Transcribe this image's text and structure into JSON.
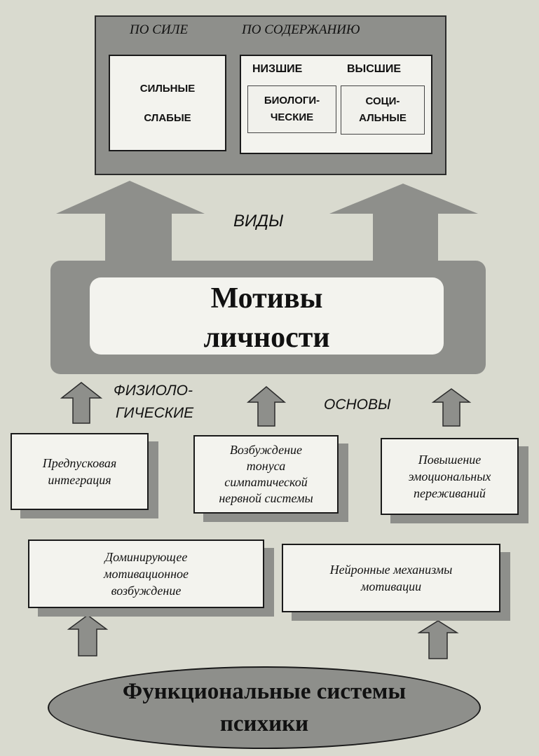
{
  "top": {
    "by_strength": "ПО СИЛЕ",
    "by_content": "ПО СОДЕРЖАНИЮ",
    "strong": "СИЛЬНЫЕ",
    "weak": "СЛАБЫЕ",
    "lower": "НИЗШИЕ",
    "higher": "ВЫСШИЕ",
    "bio_1": "БИОЛОГИ-",
    "bio_2": "ЧЕСКИЕ",
    "social_1": "СОЦИ-",
    "social_2": "АЛЬНЫЕ"
  },
  "types_label": "ВИДЫ",
  "motives": {
    "line1": "Мотивы",
    "line2": "личности"
  },
  "basis": {
    "physio_1": "ФИЗИОЛО-",
    "physio_2": "ГИЧЕСКИЕ",
    "basis_word": "ОСНОВЫ"
  },
  "middle_boxes": [
    {
      "lines": [
        "Предпусковая",
        "интеграция"
      ]
    },
    {
      "lines": [
        "Возбуждение",
        "тонуса",
        "симпатической",
        "нервной системы"
      ]
    },
    {
      "lines": [
        "Повышение",
        "эмоциональных",
        "переживаний"
      ]
    }
  ],
  "lower_boxes": [
    {
      "lines": [
        "Доминирующее",
        "мотивационное",
        "возбуждение"
      ]
    },
    {
      "lines": [
        "Нейронные механизмы",
        "мотивации"
      ]
    }
  ],
  "base": {
    "line1": "Функциональные системы",
    "line2": "психики"
  },
  "colors": {
    "panel_gray": "#8e8f8b",
    "paper": "#d9dacf",
    "box_fill": "#f3f3ee",
    "ink": "#111111"
  }
}
